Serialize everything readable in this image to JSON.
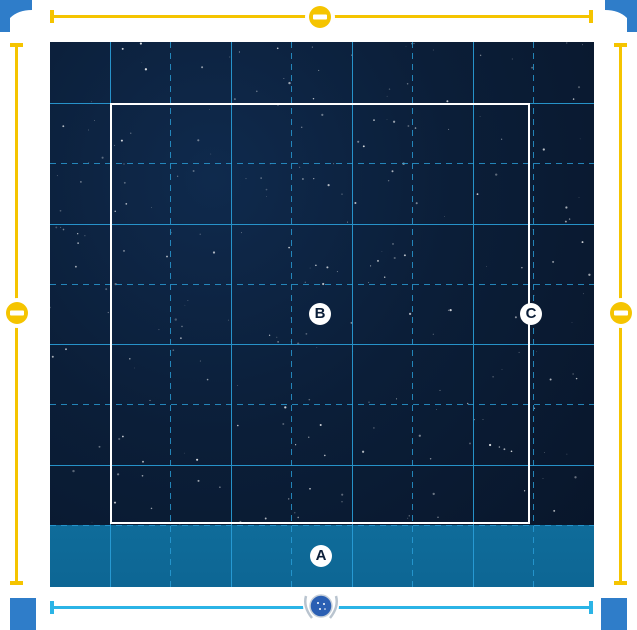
{
  "board": {
    "colors": {
      "frame_yellow": "#f5c400",
      "frame_blue": "#2f7dc9",
      "ruler_cyan": "#2bb4e6",
      "space": "#0b1e38",
      "deploy_zone": "#0f6c9a",
      "grid_line": "#2a9fd9",
      "play_border": "#ffffff"
    },
    "markers": {
      "a": "A",
      "b": "B",
      "c": "C"
    },
    "icons": {
      "top": "range-ruler-token-icon",
      "left": "range-ruler-token-icon",
      "right": "range-ruler-token-icon",
      "bottom": "federation-emblem-icon"
    }
  }
}
